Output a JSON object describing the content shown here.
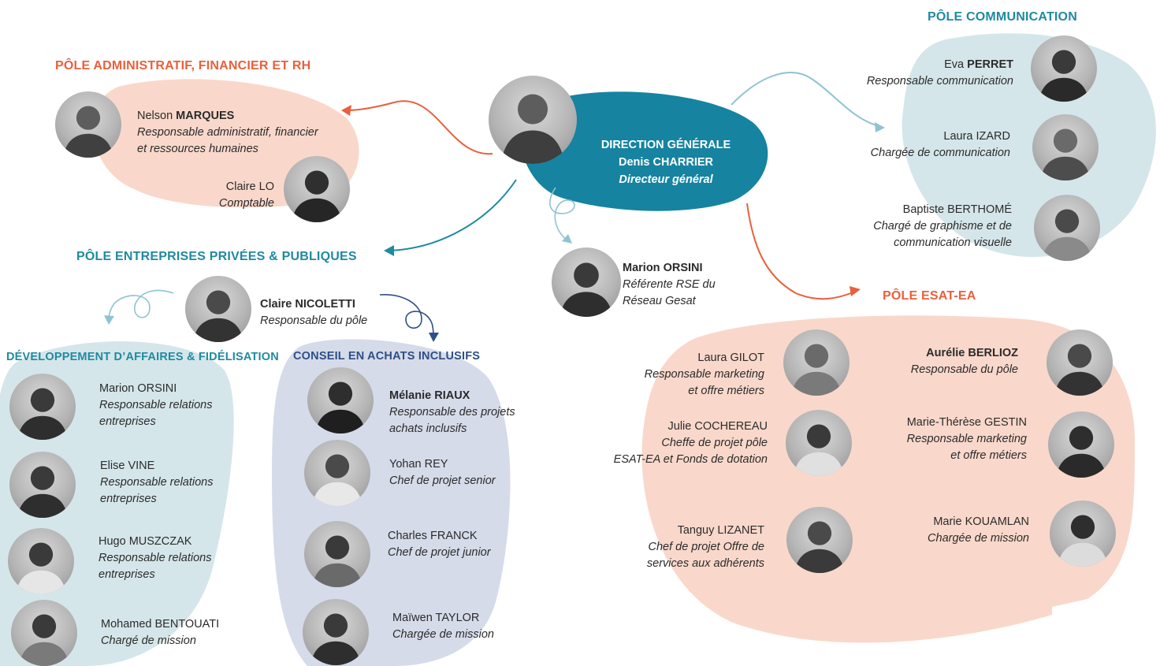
{
  "colors": {
    "orange": "#e8603c",
    "teal": "#1f8aa0",
    "navy": "#2d4f86",
    "blob_peach": "#f9d8cb",
    "blob_teal": "#d5e6ea",
    "blob_lavender": "#d6dbea",
    "direction_fill": "#1683a0"
  },
  "direction": {
    "title": "DIRECTION GÉNÉRALE",
    "name": "Denis CHARRIER",
    "role": "Directeur général"
  },
  "admin": {
    "title": "PÔLE ADMINISTRATIF, FINANCIER ET RH",
    "people": [
      {
        "first": "Nelson",
        "last": "MARQUES",
        "role_lines": [
          "Responsable administratif, financier",
          "et ressources humaines"
        ]
      },
      {
        "name": "Claire LO",
        "role": "Comptable"
      }
    ]
  },
  "communication": {
    "title": "PÔLE COMMUNICATION",
    "people": [
      {
        "first": "Eva",
        "last": "PERRET",
        "role": "Responsable communication"
      },
      {
        "name": "Laura IZARD",
        "role": "Chargée de communication"
      },
      {
        "name": "Baptiste BERTHOMÉ",
        "role_lines": [
          "Chargé de graphisme et de",
          "communication visuelle"
        ]
      }
    ]
  },
  "rse": {
    "first": "Marion",
    "last": "ORSINI",
    "role_lines": [
      "Référente RSE du",
      "Réseau Gesat"
    ]
  },
  "entreprises": {
    "title": "PÔLE ENTREPRISES PRIVÉES & PUBLIQUES",
    "head": {
      "first": "Claire",
      "last": "NICOLETTI",
      "role": "Responsable du pôle"
    }
  },
  "dev": {
    "title": "DÉVELOPPEMENT D’AFFAIRES & FIDÉLISATION",
    "people": [
      {
        "name": "Marion ORSINI",
        "role_lines": [
          "Responsable relations",
          "entreprises"
        ]
      },
      {
        "name": "Elise VINE",
        "role_lines": [
          "Responsable relations",
          "entreprises"
        ]
      },
      {
        "name": "Hugo MUSZCZAK",
        "role_lines": [
          "Responsable relations",
          "entreprises"
        ]
      },
      {
        "name": "Mohamed BENTOUATI",
        "role": "Chargé de mission"
      }
    ]
  },
  "conseil": {
    "title": "CONSEIL EN ACHATS INCLUSIFS",
    "people": [
      {
        "first": "Mélanie",
        "last": "RIAUX",
        "role_lines": [
          "Responsable des projets",
          "achats inclusifs"
        ]
      },
      {
        "name": "Yohan REY",
        "role": "Chef de projet senior"
      },
      {
        "name": "Charles FRANCK",
        "role": "Chef de projet junior"
      },
      {
        "name": "Maïwen TAYLOR",
        "role": "Chargée de mission"
      }
    ]
  },
  "esat": {
    "title": "PÔLE ESAT-EA",
    "people": [
      {
        "name": "Laura GILOT",
        "role_lines": [
          "Responsable marketing",
          "et offre métiers"
        ]
      },
      {
        "first": "Aurélie",
        "last": "BERLIOZ",
        "role": "Responsable du pôle"
      },
      {
        "name": "Julie COCHEREAU",
        "role_lines": [
          "Cheffe de projet pôle",
          "ESAT-EA et Fonds de dotation"
        ]
      },
      {
        "name": "Marie-Thérèse GESTIN",
        "role_lines": [
          "Responsable marketing",
          "et offre métiers"
        ]
      },
      {
        "name": "Tanguy LIZANET",
        "role_lines": [
          "Chef de projet Offre de",
          "services aux adhérents"
        ]
      },
      {
        "name": "Marie KOUAMLAN",
        "role": "Chargée de mission"
      }
    ]
  }
}
